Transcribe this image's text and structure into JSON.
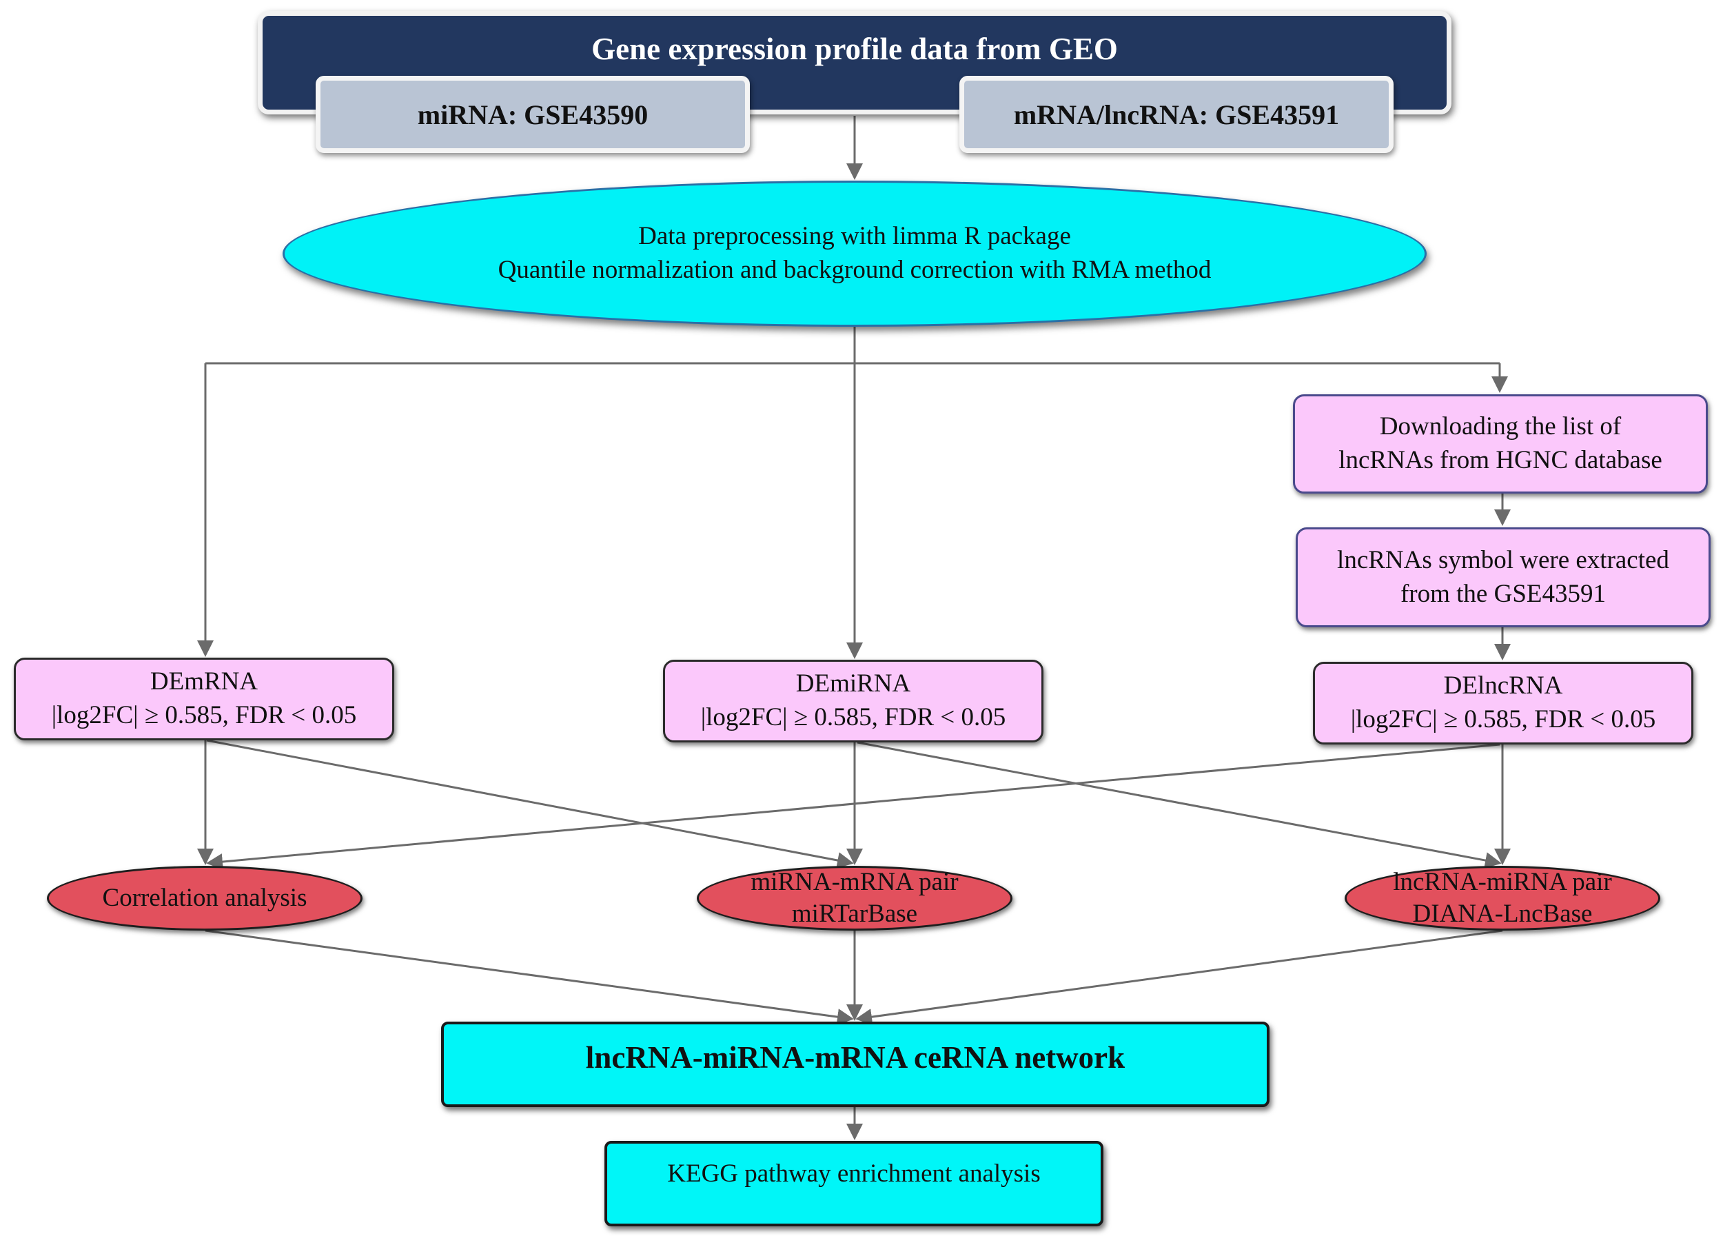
{
  "title": "Gene expression profile data from GEO",
  "series": {
    "mirna": "miRNA: GSE43590",
    "mrna_lncrna": "mRNA/lncRNA: GSE43591"
  },
  "preprocessing": {
    "line1": "Data preprocessing with limma R package",
    "line2": "Quantile normalization and background correction with RMA method"
  },
  "lncrna_steps": {
    "download": {
      "line1": "Downloading the list of",
      "line2": "lncRNAs from HGNC database"
    },
    "extract": {
      "line1": "lncRNAs symbol were extracted",
      "line2": "from the GSE43591"
    }
  },
  "differential": {
    "mrna": {
      "name": "DEmRNA",
      "criteria": "|log2FC| ≥ 0.585, FDR < 0.05"
    },
    "mirna": {
      "name": "DEmiRNA",
      "criteria": "|log2FC| ≥ 0.585, FDR < 0.05"
    },
    "lncrna": {
      "name": "DElncRNA",
      "criteria": "|log2FC| ≥ 0.585, FDR < 0.05"
    }
  },
  "analyses": {
    "correlation": "Correlation analysis",
    "mirna_mrna": {
      "line1": "miRNA-mRNA pair",
      "line2": "miRTarBase"
    },
    "lncrna_mirna": {
      "line1": "lncRNA-miRNA pair",
      "line2": "DIANA-LncBase"
    }
  },
  "network": "lncRNA-miRNA-mRNA ceRNA network",
  "kegg": "KEGG pathway enrichment analysis",
  "colors": {
    "header_navy": "#22375f",
    "series_grey": "#b9c4d4",
    "ellipse_cyan": "#00f2f7",
    "box_pink": "#fbc8fb",
    "oval_red": "#e2505d",
    "network_cyan": "#00f6f8",
    "connector_grey": "#6b6b6b"
  }
}
